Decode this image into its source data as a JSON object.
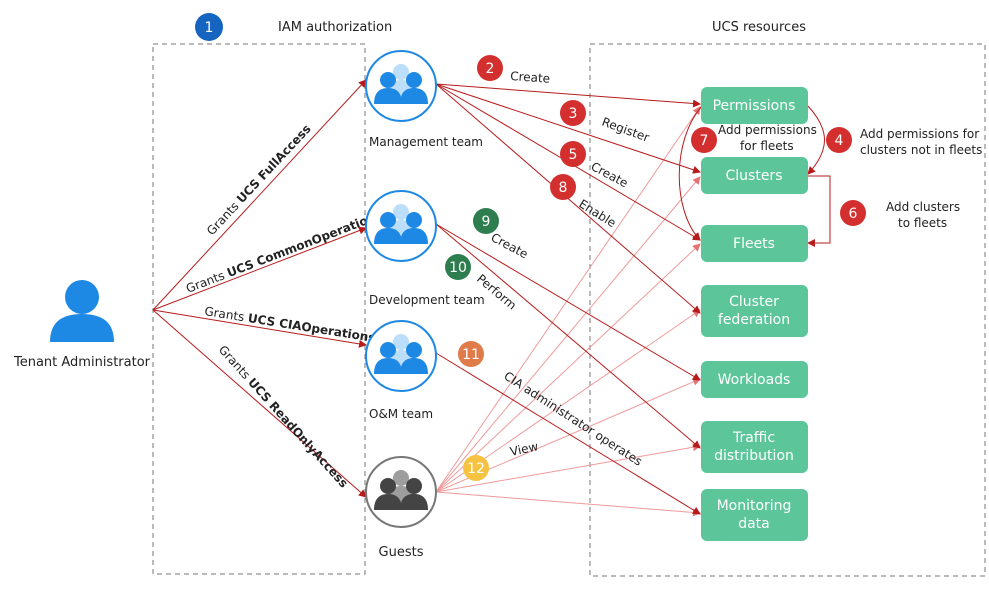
{
  "sections": {
    "iam": "IAM authorization",
    "ucs": "UCS resources"
  },
  "tenant": {
    "label": "Tenant Administrator"
  },
  "teams": {
    "management": "Management team",
    "development": "Development team",
    "om": "O&M team",
    "guests": "Guests"
  },
  "grants": {
    "g1": {
      "prefix": "Grants ",
      "bold": "UCS FullAccess"
    },
    "g2": {
      "prefix": "Grants ",
      "bold": "UCS CommonOperations"
    },
    "g3": {
      "prefix": "Grants ",
      "bold": "UCS CIAOperations"
    },
    "g4": {
      "prefix": "Grants ",
      "bold": "UCS ReadOnlyAccess"
    }
  },
  "resources": {
    "permissions": "Permissions",
    "clusters": "Clusters",
    "fleets": "Fleets",
    "cluster_federation": [
      "Cluster",
      "federation"
    ],
    "workloads": "Workloads",
    "traffic": [
      "Traffic",
      "distribution"
    ],
    "monitoring": [
      "Monitoring",
      "data"
    ]
  },
  "steps": {
    "s1": "1",
    "s2": "2",
    "s3": "3",
    "s4": "4",
    "s5": "5",
    "s6": "6",
    "s7": "7",
    "s8": "8",
    "s9": "9",
    "s10": "10",
    "s11": "11",
    "s12": "12"
  },
  "actions": {
    "create_perm": "Create",
    "register": "Register",
    "create_fleet": "Create",
    "enable": "Enable",
    "dev_create": "Create",
    "dev_perform": "Perform",
    "cia_operates": "CIA administrator operates",
    "view": "View"
  },
  "notes": {
    "add_perm_fleets": [
      "Add permissions",
      "for fleets"
    ],
    "add_perm_clusters": [
      "Add permissions for",
      "clusters not in fleets"
    ],
    "add_clusters_fleets": [
      "Add clusters",
      "to fleets"
    ]
  },
  "colors": {
    "red": "#c0392b",
    "arrow_red": "#b71c1c",
    "light_red": "#ef9a9a",
    "green": "#5cc69a",
    "dark_green": "#2e7d4f",
    "blue": "#1976d2",
    "orange": "#e07b4a",
    "yellow": "#f5c242",
    "team_blue": "#1e88e5",
    "guest_gray": "#555555"
  },
  "icons": {
    "tenant": "person-icon",
    "team": "group-icon",
    "guests": "group-icon"
  }
}
